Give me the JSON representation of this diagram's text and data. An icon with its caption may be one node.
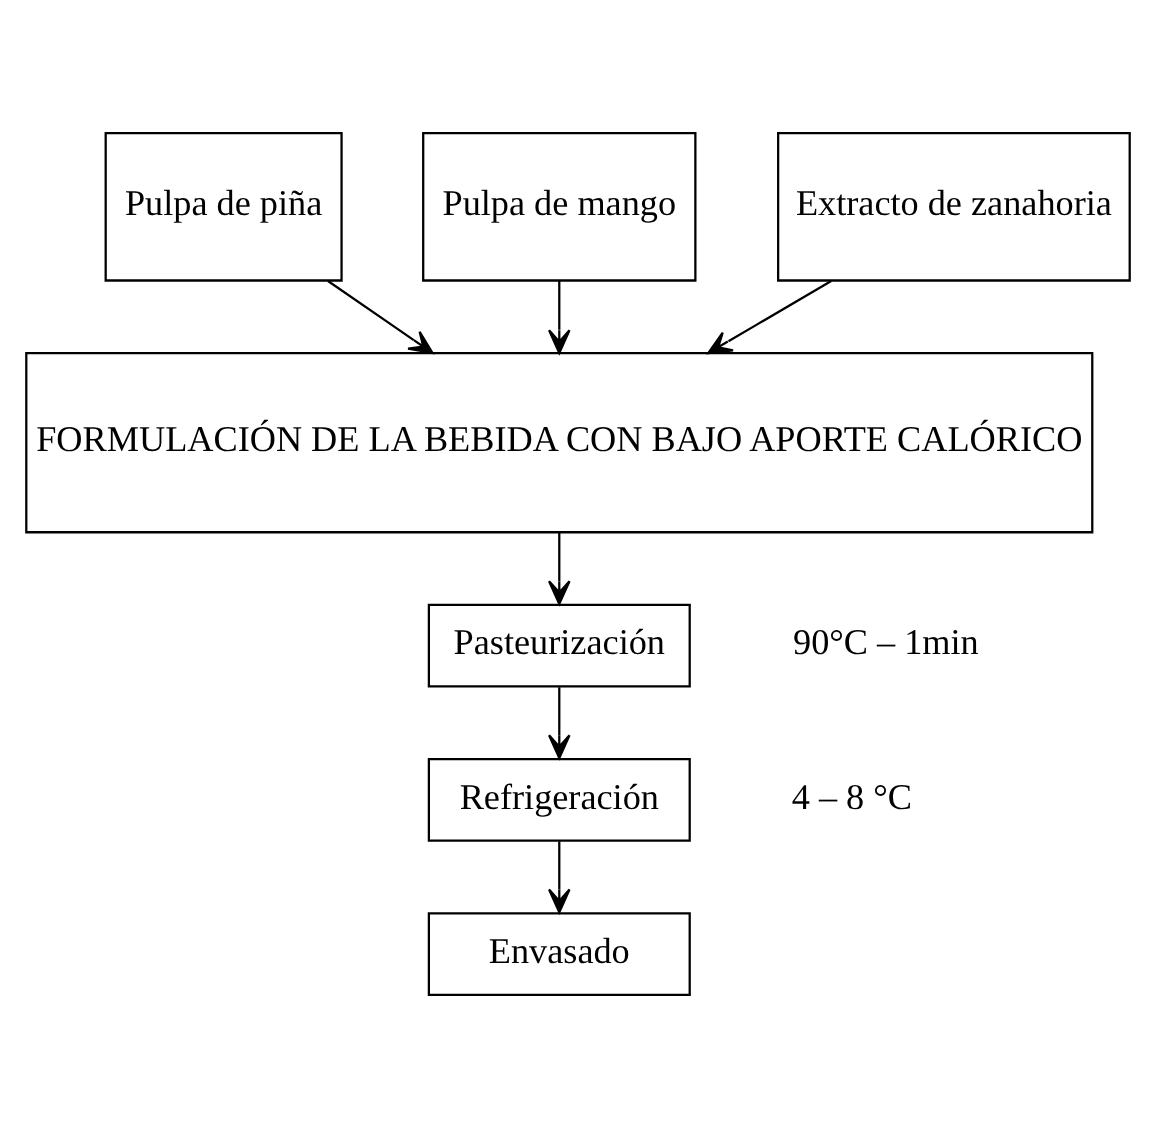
{
  "diagram": {
    "nodes": [
      {
        "text": [
          "Pulpa de piña"
        ]
      },
      {
        "text": [
          "Pulpa de mango"
        ]
      },
      {
        "text": [
          "Extracto de zanahoria"
        ]
      },
      {
        "text": [
          "FORMULACIÓN DE LA BEBIDA CON BAJO APORTE CALÓRICO"
        ]
      },
      {
        "text": [
          "Pasteurización"
        ],
        "beside": [
          "90°C – 1min"
        ]
      },
      {
        "text": [
          "Refrigeración"
        ],
        "beside": [
          "4 – 8 °C"
        ]
      },
      {
        "text": [
          "Envasado"
        ]
      }
    ],
    "edges": [
      {
        "from": 0,
        "to": 3,
        "arrow": "to"
      },
      {
        "from": 1,
        "to": 3,
        "arrow": "to"
      },
      {
        "from": 2,
        "to": 3,
        "arrow": "to"
      },
      {
        "from": 3,
        "to": 4,
        "arrow": "to"
      },
      {
        "from": 4,
        "to": 5,
        "arrow": "to"
      },
      {
        "from": 5,
        "to": 6,
        "arrow": "to"
      }
    ]
  }
}
